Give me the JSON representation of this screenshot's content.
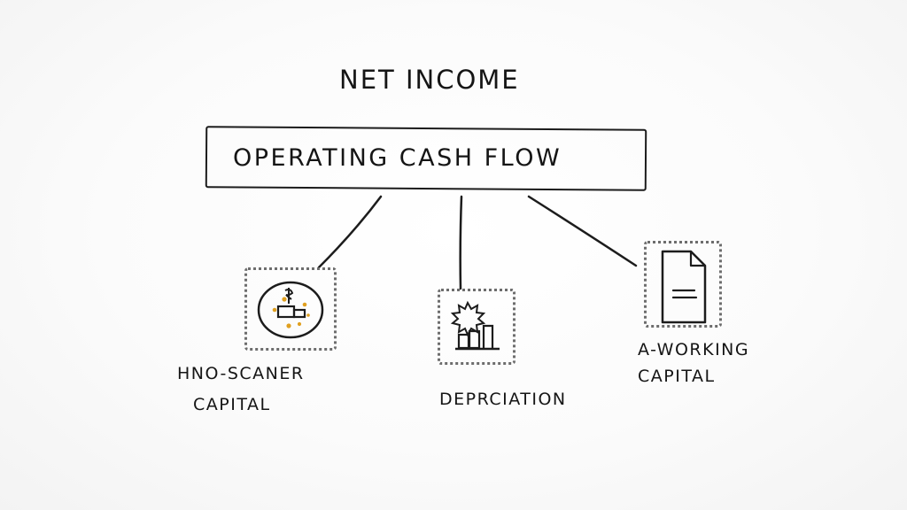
{
  "diagram": {
    "title": "NET INCOME",
    "main_box_label": "OPERATING CASH FLOW",
    "nodes": [
      {
        "label_line1": "HNO-SCANER",
        "label_line2": "CAPITAL",
        "icon": "coin-machine-icon"
      },
      {
        "label_line1": "DEPRCIATION",
        "icon": "bar-chart-burst-icon"
      },
      {
        "label_line1": "A-WORKING",
        "label_line2": "CAPITAL",
        "icon": "document-icon"
      }
    ]
  },
  "colors": {
    "ink": "#1a1a1a",
    "accent": "#e0a020",
    "dots": "#6d6d6d"
  }
}
